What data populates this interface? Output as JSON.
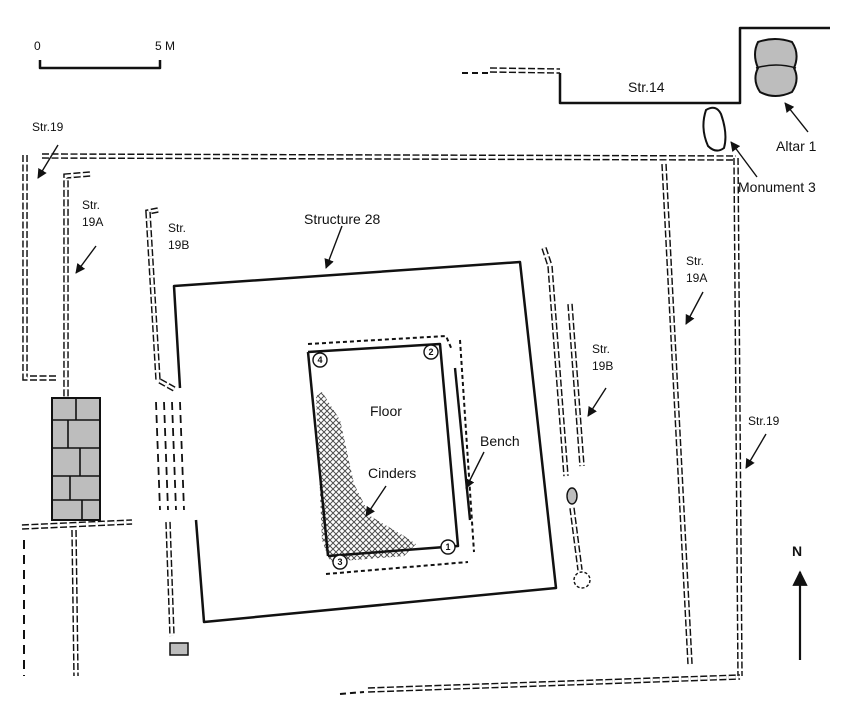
{
  "scale": {
    "start": "0",
    "end": "5 M"
  },
  "north": "N",
  "labels": {
    "str14": "Str.14",
    "altar": "Altar 1",
    "monument": "Monument 3",
    "str19_nw": "Str.19",
    "str19a_w_1": "Str.",
    "str19a_w_2": "19A",
    "str19b_w_1": "Str.",
    "str19b_w_2": "19B",
    "structure28": "Structure 28",
    "str19a_e_1": "Str.",
    "str19a_e_2": "19A",
    "str19b_e_1": "Str.",
    "str19b_e_2": "19B",
    "str19_e": "Str.19",
    "floor": "Floor",
    "bench": "Bench",
    "cinders": "Cinders"
  },
  "posts": [
    "1",
    "2",
    "3",
    "4"
  ],
  "colors": {
    "ink": "#111111",
    "stone_fill": "#bdbdbd",
    "hatch": "#555555"
  }
}
